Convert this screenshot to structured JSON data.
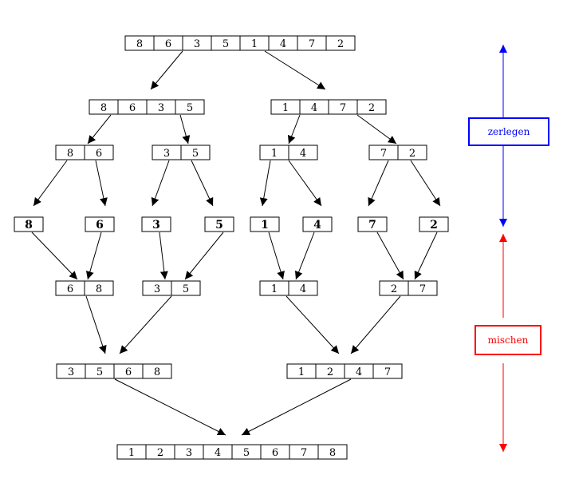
{
  "steps": {
    "split_label": "zerlegen",
    "merge_label": "mischen"
  },
  "colors": {
    "split": "#0000ff",
    "merge": "#ff0000",
    "line": "#000000"
  },
  "rows": {
    "r0": [
      [
        8,
        6,
        3,
        5,
        1,
        4,
        7,
        2
      ]
    ],
    "r1": [
      [
        8,
        6,
        3,
        5
      ],
      [
        1,
        4,
        7,
        2
      ]
    ],
    "r2": [
      [
        8,
        6
      ],
      [
        3,
        5
      ],
      [
        1,
        4
      ],
      [
        7,
        2
      ]
    ],
    "r3": [
      [
        8
      ],
      [
        6
      ],
      [
        3
      ],
      [
        5
      ],
      [
        1
      ],
      [
        4
      ],
      [
        7
      ],
      [
        2
      ]
    ],
    "r4": [
      [
        6,
        8
      ],
      [
        3,
        5
      ],
      [
        1,
        4
      ],
      [
        2,
        7
      ]
    ],
    "r5": [
      [
        3,
        5,
        6,
        8
      ],
      [
        1,
        2,
        4,
        7
      ]
    ],
    "r6": [
      [
        1,
        2,
        3,
        4,
        5,
        6,
        7,
        8
      ]
    ]
  }
}
